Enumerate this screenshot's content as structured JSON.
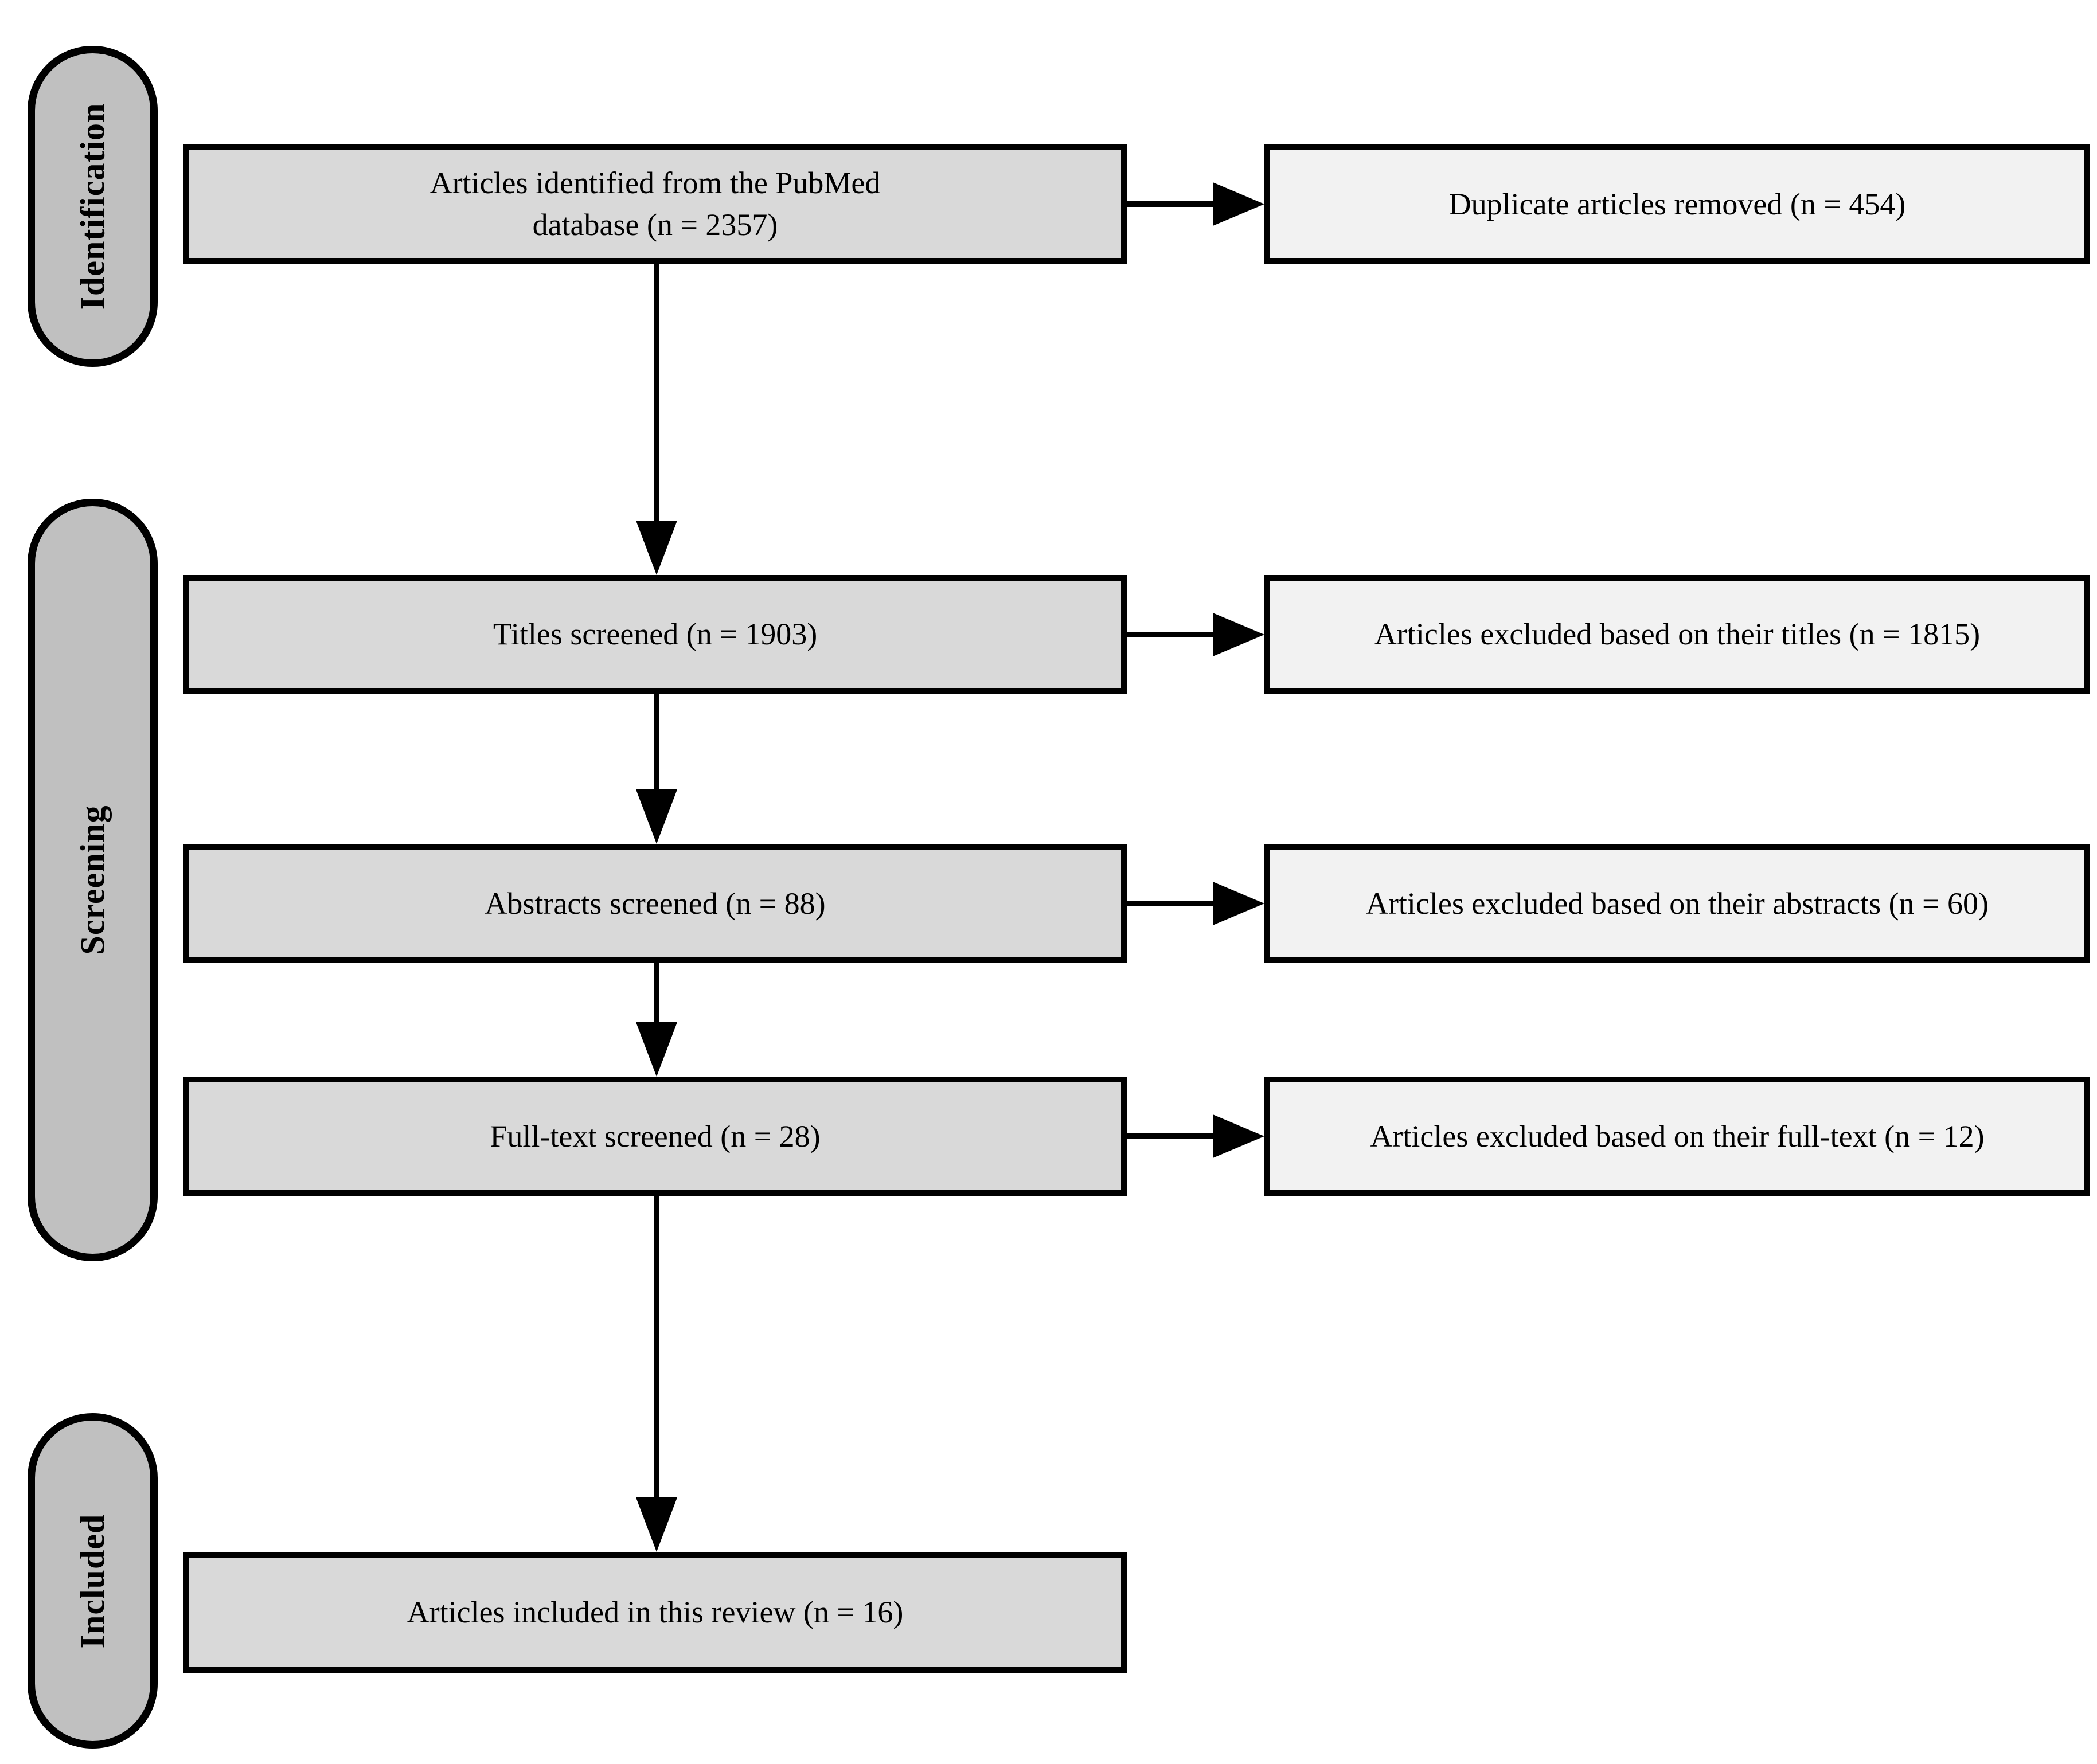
{
  "diagram": {
    "type": "prisma-flow",
    "colors": {
      "stage_pill_fill": "#c0c0c0",
      "flow_box_fill": "#d9d9d9",
      "exclusion_box_fill": "#f2f2f2",
      "line_color": "#000000",
      "background": "#ffffff"
    },
    "stages": [
      {
        "label": "Identification"
      },
      {
        "label": "Screening"
      },
      {
        "label": "Included"
      }
    ],
    "flow": [
      {
        "line1": "Articles identified from the PubMed",
        "line2": "database (n = 2357)"
      },
      {
        "text": "Titles screened (n = 1903)"
      },
      {
        "text": "Abstracts screened (n = 88)"
      },
      {
        "text": "Full-text screened (n = 28)"
      },
      {
        "text": "Articles included in this review (n = 16)"
      }
    ],
    "exclusions": [
      {
        "text": "Duplicate articles removed (n = 454)"
      },
      {
        "text": "Articles excluded based on their titles (n = 1815)"
      },
      {
        "text": "Articles excluded based on their abstracts (n = 60)"
      },
      {
        "text": "Articles excluded based on their full-text (n = 12)"
      }
    ]
  }
}
